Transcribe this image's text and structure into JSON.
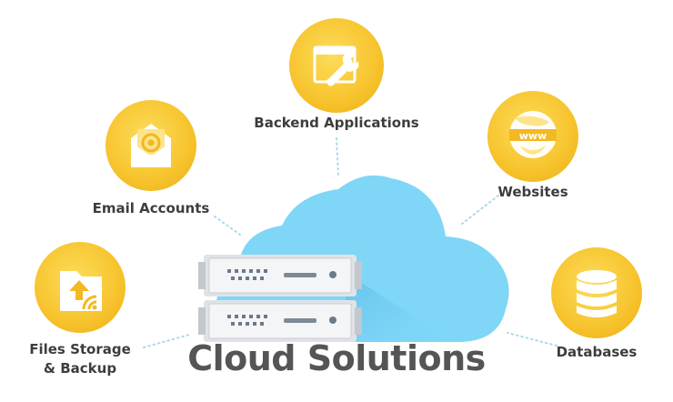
{
  "title": "Cloud Solutions",
  "nodes": {
    "backend": {
      "label": "Backend Applications",
      "icon": "browser-wrench-icon"
    },
    "email": {
      "label": "Email Accounts",
      "icon": "email-envelope-icon"
    },
    "websites": {
      "label": "Websites",
      "icon": "www-globe-icon"
    },
    "files": {
      "label_line1": "Files Storage",
      "label_line2": "& Backup",
      "icon": "folder-upload-icon"
    },
    "databases": {
      "label": "Databases",
      "icon": "database-icon"
    }
  },
  "colors": {
    "badge": "#f7c530",
    "badge_highlight": "#fcd64a",
    "cloud": "#7fd6f7",
    "cloud_shadow": "#5bbbe8",
    "server": "#eef0f2",
    "label": "#3d3d3d",
    "title": "#555555",
    "connector": "#a9d9ea"
  }
}
